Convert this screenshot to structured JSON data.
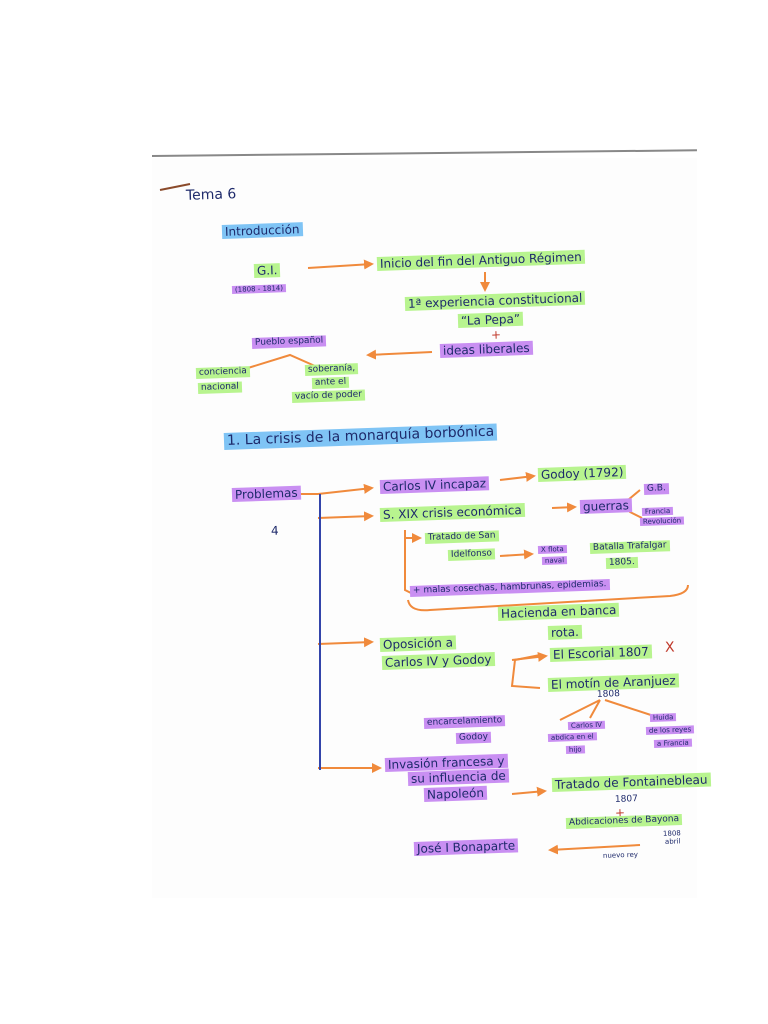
{
  "notes": {
    "tema": "Tema 6",
    "intro": "Introducción",
    "gi": "G.I.",
    "gi_years": "(1808 - 1814)",
    "inicio": "Inicio del fin del Antiguo Régimen",
    "experiencia": "1ª experiencia constitucional",
    "pepa": "“La Pepa”",
    "plus1": "+",
    "ideas": "ideas liberales",
    "pueblo": "Pueblo español",
    "conciencia1": "conciencia",
    "conciencia2": "nacional",
    "soberania1": "soberanía,",
    "soberania2": "ante el",
    "soberania3": "vacío de poder",
    "sec1": "1. La crisis de la monarquía borbónica",
    "problemas": "Problemas",
    "num4": "4",
    "carlos_incapaz": "Carlos IV incapaz",
    "godoy": "Godoy (1792)",
    "sxix": "S. XIX crisis económica",
    "guerras": "guerras",
    "gb": "G.B.",
    "francia": "Francia",
    "revolucion": "Revolución",
    "tratado1": "Tratado de San",
    "tratado2": "Idelfonso",
    "xflota1": "X flota",
    "xflota2": "naval",
    "batalla1": "Batalla Trafalgar",
    "batalla2": "1805.",
    "malas": "+ malas cosechas, hambrunas, epidemias.",
    "hacienda1": "Hacienda en banca",
    "hacienda2": "rota.",
    "oposicion1": "Oposición a",
    "oposicion2": "Carlos IV y Godoy",
    "escorial": "El Escorial 1807",
    "xmark": "X",
    "motin": "El motín de Aranjuez",
    "motin_year": "1808",
    "encarcel1": "encarcelamiento",
    "encarcel2": "Godoy",
    "abdica1": "Carlos IV",
    "abdica2": "abdica en el",
    "abdica3": "hijo",
    "huida1": "Huida",
    "huida2": "de los reyes",
    "huida3": "a Francia",
    "invasion1": "Invasión francesa y",
    "invasion2": "su influencia de",
    "invasion3": "Napoleón",
    "fontaine1": "Tratado de Fontainebleau",
    "fontaine2": "1807",
    "plus2": "+",
    "abdicaciones": "Abdicaciones de Bayona",
    "bayona_year": "1808",
    "bayona_month": "abril",
    "jose": "José I Bonaparte",
    "nuevo_rey": "nuevo rey"
  },
  "colors": {
    "ink": "#1e2a6b",
    "highlight_green": "#b8f48f",
    "highlight_purple": "#c98ff2",
    "highlight_blue": "#7fc4f5",
    "arrow_orange": "#f08a3c",
    "bracket_blue": "#3344aa"
  }
}
